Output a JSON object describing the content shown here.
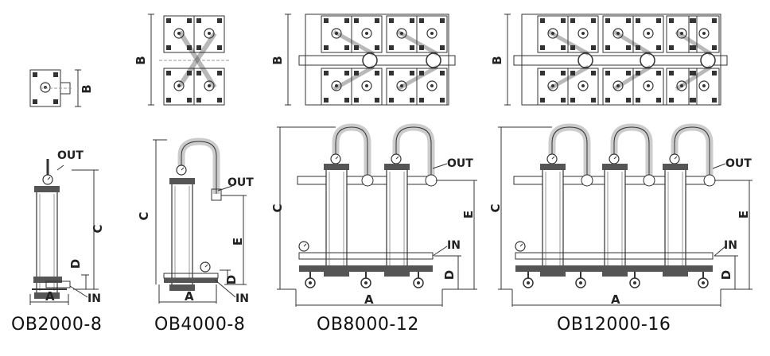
{
  "dim": {
    "A": "A",
    "B": "B",
    "C": "C",
    "D": "D",
    "E": "E"
  },
  "ports": {
    "out": "OUT",
    "in": "IN"
  },
  "models": [
    "OB2000-8",
    "OB4000-8",
    "OB8000-12",
    "OB12000-16"
  ]
}
